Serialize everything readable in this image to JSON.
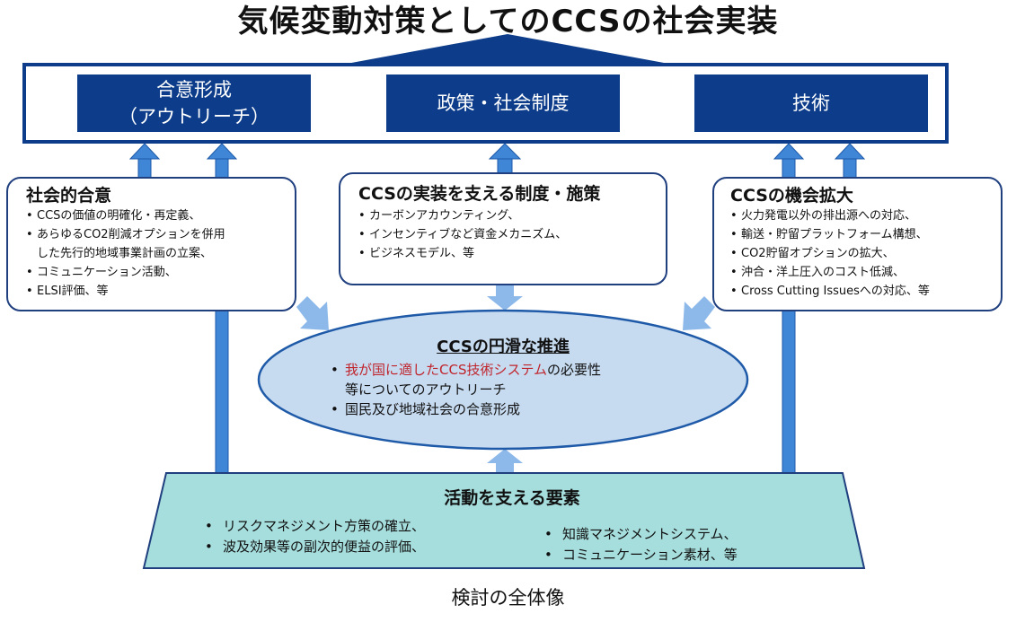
{
  "title": "気候変動対策としてのCCSの社会実装",
  "pillars": {
    "left_line1": "合意形成",
    "left_line2": "（アウトリーチ）",
    "center": "政策・社会制度",
    "right": "技術"
  },
  "boxes": {
    "left": {
      "title": "社会的合意",
      "items": [
        "CCSの価値の明確化・再定義、",
        "あらゆるCO2削減オプションを併用",
        "した先行的地域事業計画の立案、",
        "コミュニケーション活動、",
        "ELSI評価、等"
      ]
    },
    "center": {
      "title": "CCSの実装を支える制度・施策",
      "items": [
        "カーボンアカウンティング、",
        "インセンティブなど資金メカニズム、",
        "ビジネスモデル、等"
      ]
    },
    "right": {
      "title": "CCSの機会拡大",
      "items": [
        "火力発電以外の排出源への対応、",
        "輸送・貯留プラットフォーム構想、",
        "CO2貯留オプションの拡大、",
        "沖合・洋上圧入のコスト低減、",
        "Cross Cutting Issuesへの対応、等"
      ]
    }
  },
  "ellipse": {
    "title": "CCSの円滑な推進",
    "item1_red": "我が国に適したCCS技術システム",
    "item1_rest": "の必要性",
    "item1_cont": "等についてのアウトリーチ",
    "item2": "国民及び地域社会の合意形成"
  },
  "foundation": {
    "title": "活動を支える要素",
    "left_items": [
      "リスクマネジメント方策の確立、",
      "波及効果等の副次的便益の評価、"
    ],
    "right_items": [
      "知識マネジメントシステム、",
      "コミュニケーション素材、等"
    ]
  },
  "caption": "検討の全体像",
  "colors": {
    "dark_blue": "#0d3d8a",
    "arrow_blue": "#3f86d6",
    "light_arrow": "#8db9ea",
    "ellipse_fill": "#c6daf0",
    "foundation_fill": "#a6dedd",
    "red_text": "#c0252c"
  }
}
